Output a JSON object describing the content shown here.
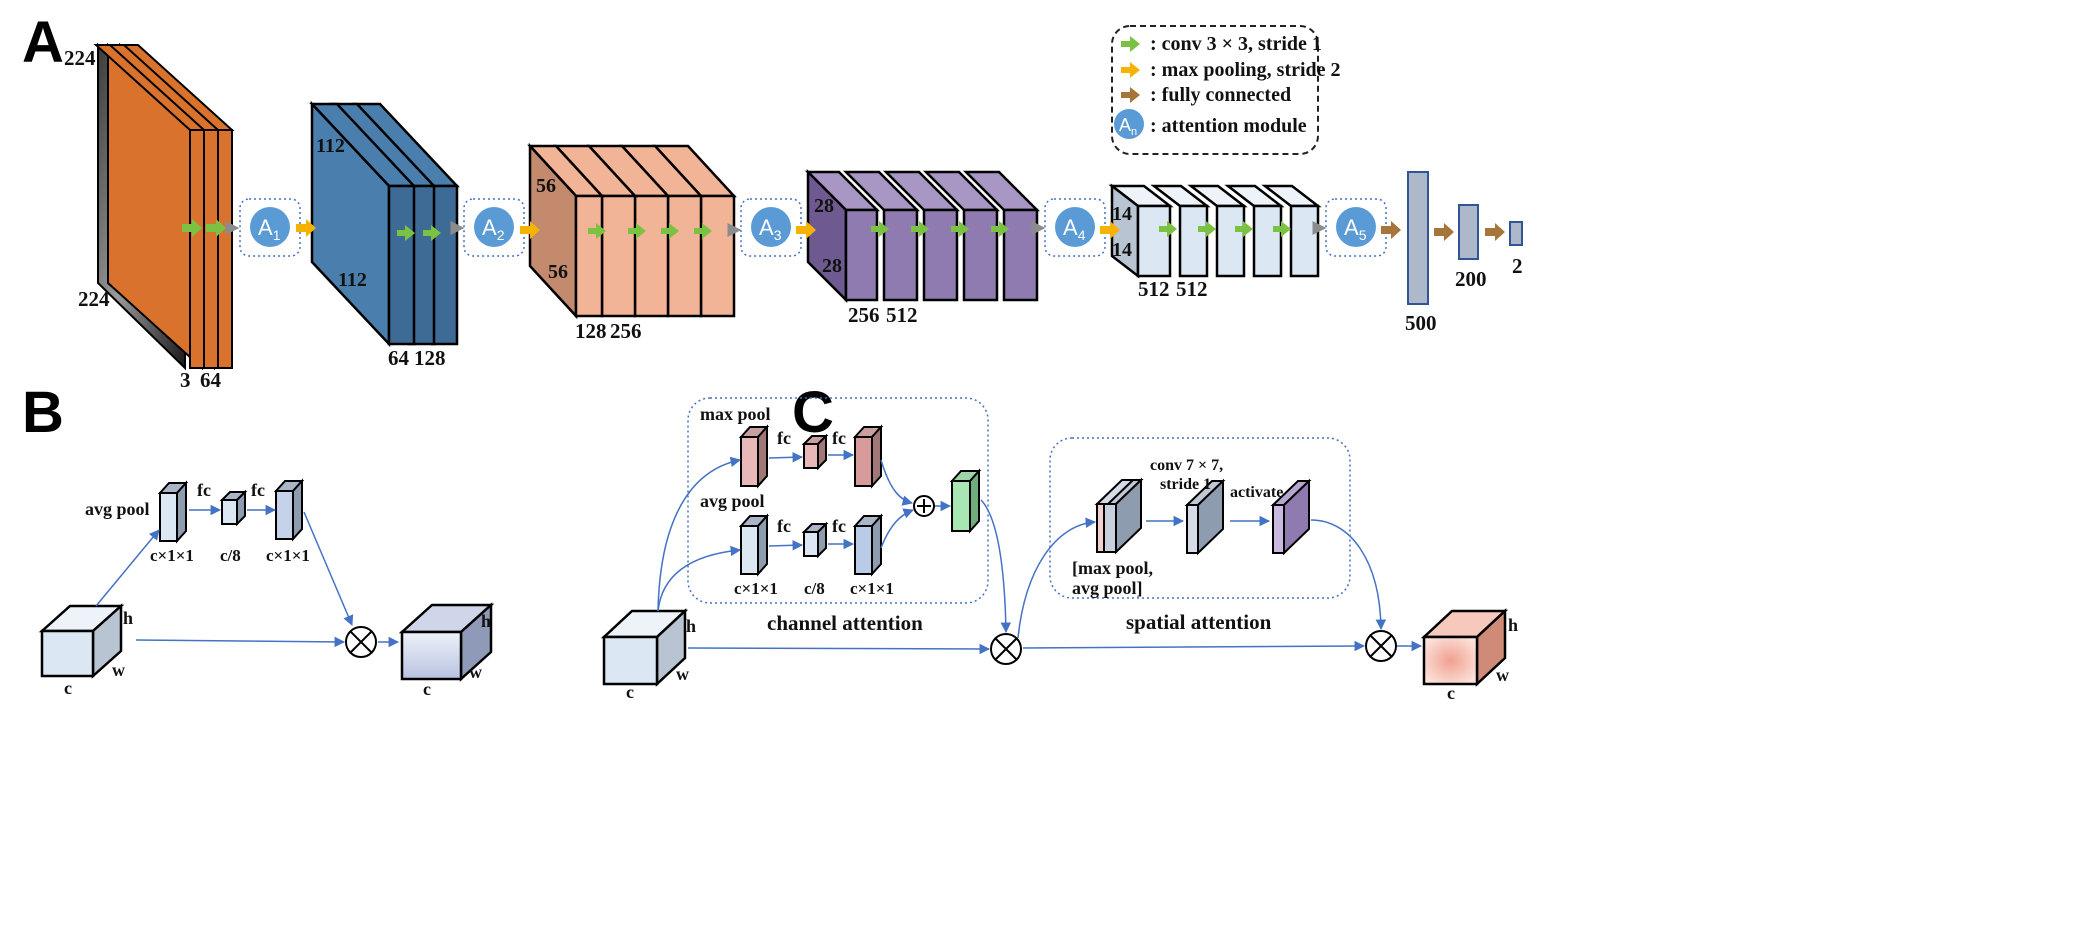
{
  "panels": {
    "a": "A",
    "b": "B",
    "c": "C"
  },
  "legend": {
    "conv": ": conv 3 × 3, stride 1",
    "pool": ": max pooling, stride 2",
    "fc": ": fully connected",
    "attn_letter": "A",
    "attn_sub": "n",
    "attn": ": attention module"
  },
  "colors": {
    "conv_arrow": "#7cc242",
    "pool_arrow": "#f5b300",
    "fc_arrow": "#a6753a",
    "attn_fill": "#5b9bd5",
    "stage1": "#d9722c",
    "stage2": "#4a7fad",
    "stage3": "#f2b497",
    "stage4": "#8f7bb0",
    "stage5": "#dbe8f4",
    "fc_block": "#adb9ca",
    "line": "#4472c4"
  },
  "network": {
    "input": {
      "h": "224",
      "w": "224",
      "c1": "3",
      "c2": "64"
    },
    "block2": {
      "h": "112",
      "w": "112",
      "c1": "64",
      "c2": "128"
    },
    "block3": {
      "h": "56",
      "w": "56",
      "c1": "128",
      "c2": "256"
    },
    "block4": {
      "h": "28",
      "w": "28",
      "c1": "256",
      "c2": "512"
    },
    "block5": {
      "h": "14",
      "w": "14",
      "c1": "512",
      "c2": "512"
    },
    "fc": [
      "500",
      "200",
      "2"
    ],
    "attention": [
      {
        "letter": "A",
        "sub": "1"
      },
      {
        "letter": "A",
        "sub": "2"
      },
      {
        "letter": "A",
        "sub": "3"
      },
      {
        "letter": "A",
        "sub": "4"
      },
      {
        "letter": "A",
        "sub": "5"
      }
    ]
  },
  "panel_b": {
    "avg_pool": "avg pool",
    "fc1": "fc",
    "fc2": "fc",
    "dim1": "c×1×1",
    "dim2": "c/8",
    "dim3": "c×1×1",
    "c": "c",
    "h": "h",
    "w": "w",
    "c_out": "c",
    "h_out": "h",
    "w_out": "w"
  },
  "panel_c": {
    "max_pool": "max pool",
    "avg_pool": "avg pool",
    "fc_a": "fc",
    "fc_b": "fc",
    "fc_c": "fc",
    "fc_d": "fc",
    "dim1": "c×1×1",
    "dim2": "c/8",
    "dim3": "c×1×1",
    "channel_attention": "channel attention",
    "spatial_attention": "spatial attention",
    "conv_label_1": "conv 7 × 7,",
    "conv_label_2": "stride 1",
    "activate": "activate",
    "concat_1": "[max pool,",
    "concat_2": "avg pool]",
    "c": "c",
    "h": "h",
    "w": "w",
    "c_out": "c",
    "h_out": "h",
    "w_out": "w"
  }
}
